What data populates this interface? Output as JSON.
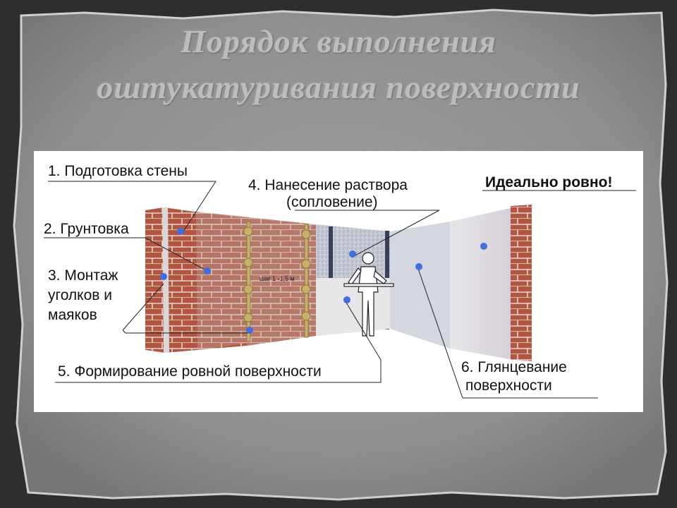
{
  "slide": {
    "title_line1": "Порядок выполнения",
    "title_line2": "оштукатуривания поверхности"
  },
  "diagram": {
    "labels": {
      "step1": "1. Подготовка стены",
      "step2": "2. Грунтовка",
      "step3_line1": "3. Монтаж",
      "step3_line2": "уголков и",
      "step3_line3": "маяков",
      "step4_line1": "4. Нанесение раствора",
      "step4_line2": "(сопловение)",
      "step5": "5. Формирование ровной поверхности",
      "step6_line1": "6. Глянцевание",
      "step6_line2": "поверхности",
      "perfect": "Идеально ровно!",
      "spacing": "шаг 1 -1,5 м"
    },
    "colors": {
      "brick": "#b45a45",
      "mortar": "#d9cfc8",
      "plaster": "#c9ccd3",
      "finish": "#ddd7df",
      "marker": "#3f6fe0"
    }
  }
}
